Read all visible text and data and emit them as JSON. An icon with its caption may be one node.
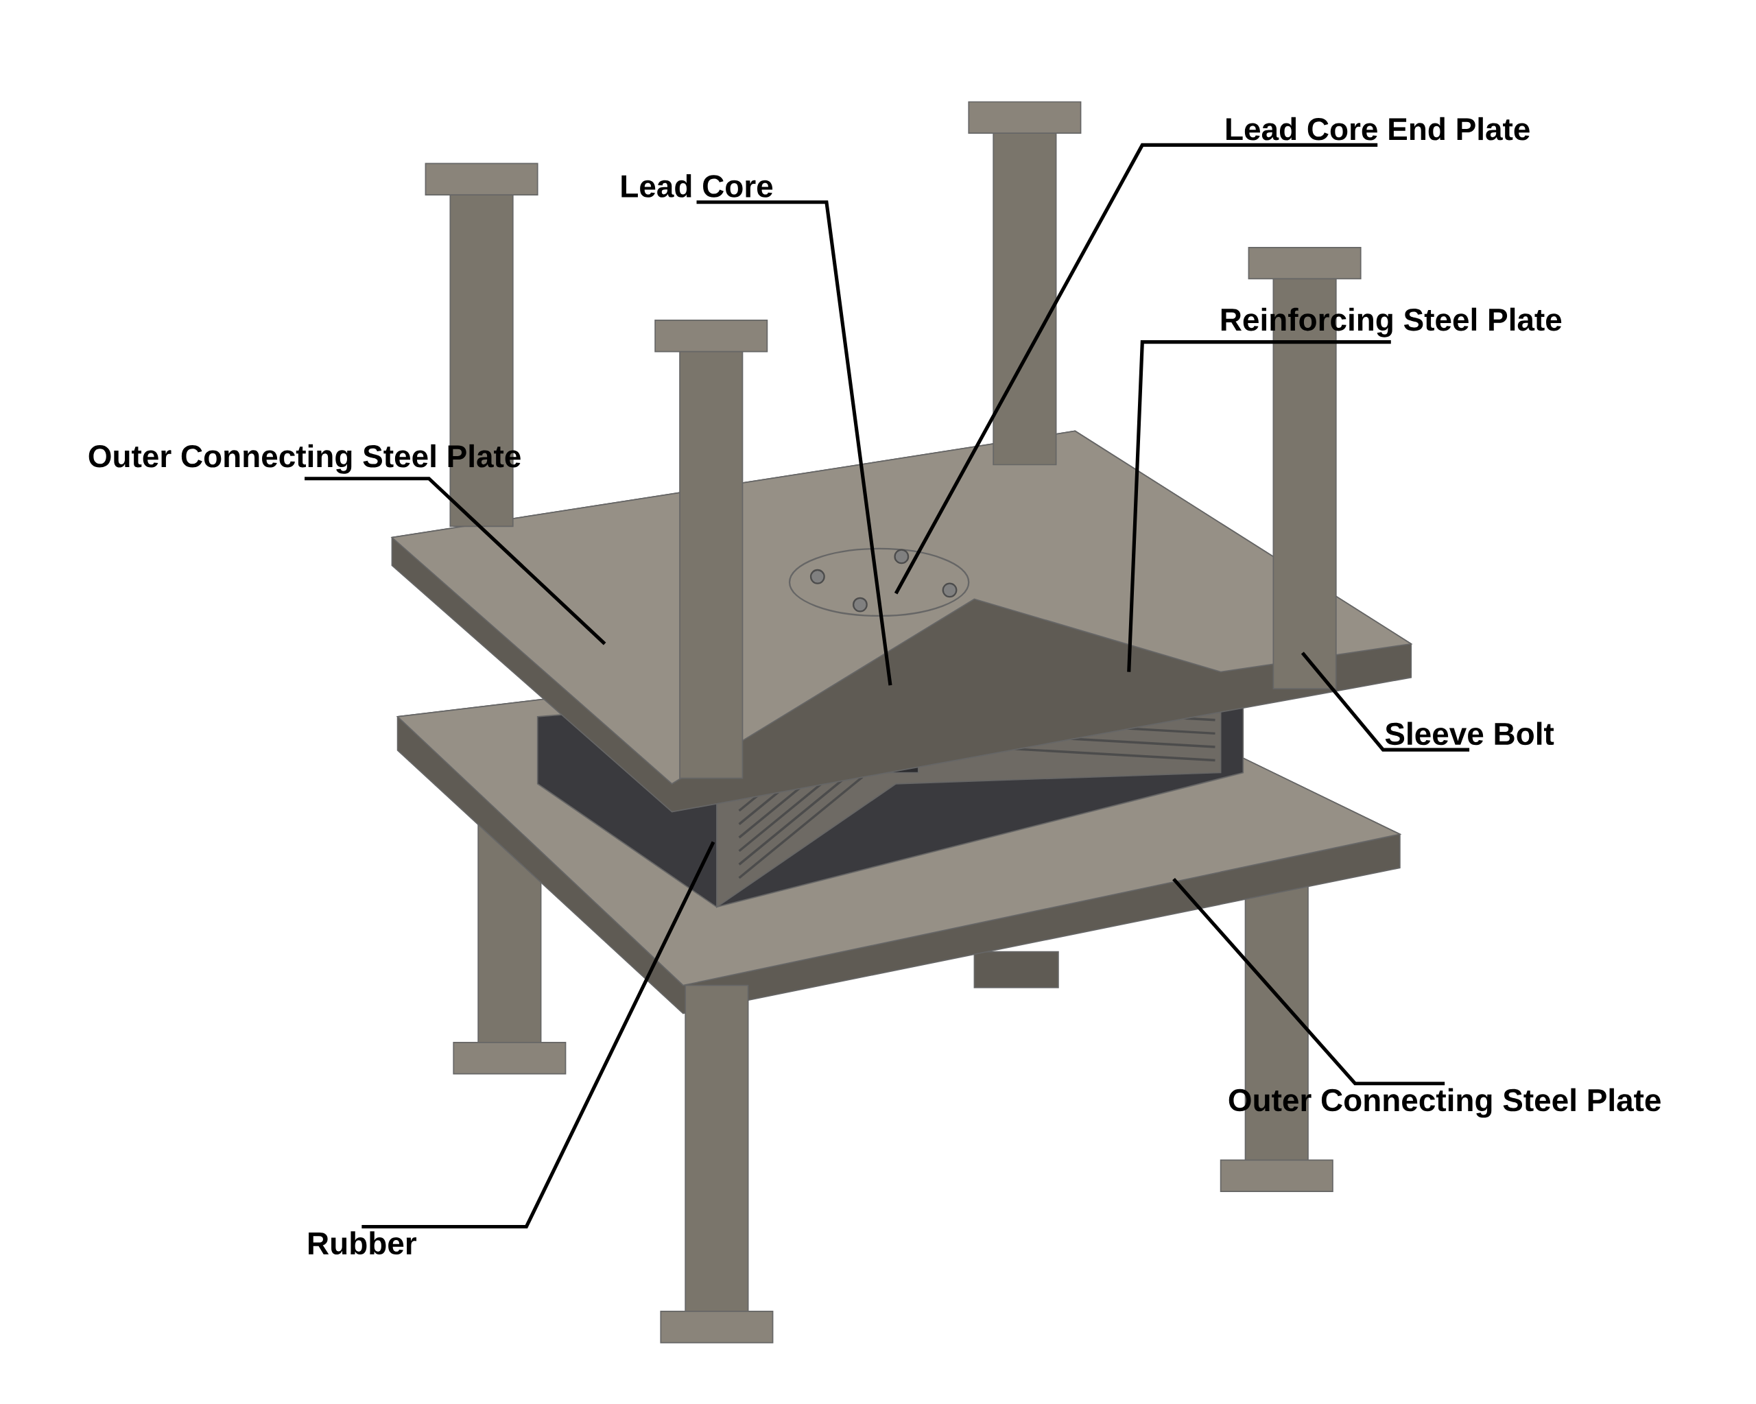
{
  "diagram": {
    "nodes": [
      {
        "text": [
          "Lead Core End Plate"
        ]
      },
      {
        "text": [
          "Lead Core"
        ]
      },
      {
        "text": [
          "Reinforcing Steel Plate"
        ]
      },
      {
        "text": [
          "Outer Connecting Steel Plate"
        ]
      },
      {
        "text": [
          "Sleeve Bolt"
        ]
      },
      {
        "text": [
          "Outer Connecting Steel Plate"
        ]
      },
      {
        "text": [
          "Rubber"
        ]
      }
    ],
    "edges": [
      {
        "from": 0,
        "to": null,
        "arrow": "none"
      },
      {
        "from": 1,
        "to": null,
        "arrow": "none"
      },
      {
        "from": 2,
        "to": null,
        "arrow": "none"
      },
      {
        "from": 3,
        "to": null,
        "arrow": "none"
      },
      {
        "from": 4,
        "to": null,
        "arrow": "none"
      },
      {
        "from": 5,
        "to": null,
        "arrow": "none"
      },
      {
        "from": 6,
        "to": null,
        "arrow": "none"
      }
    ]
  }
}
